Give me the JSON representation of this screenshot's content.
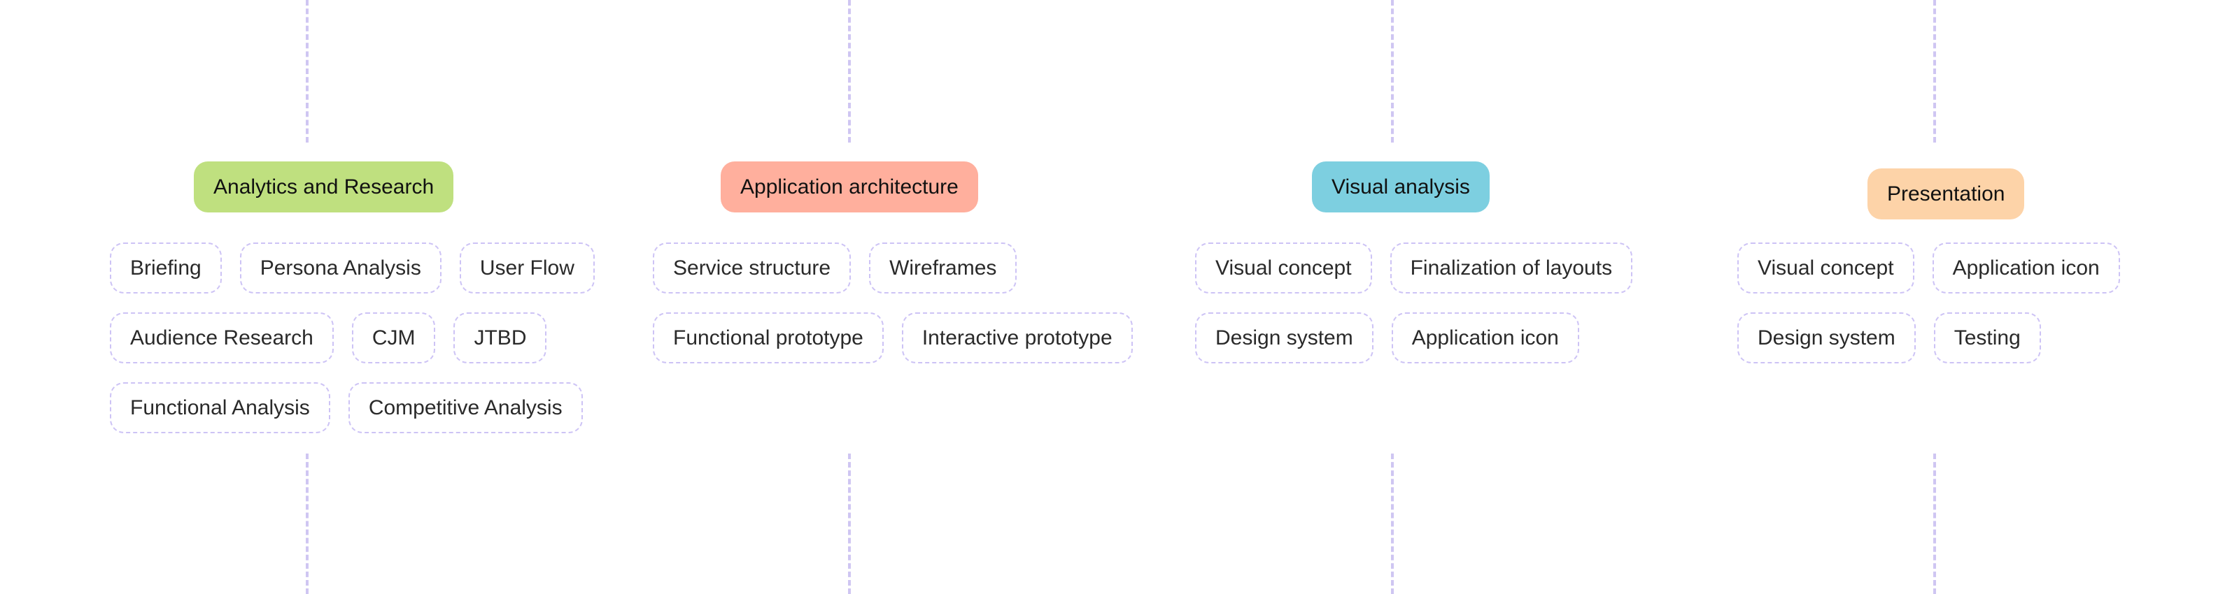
{
  "colors": {
    "dash": "#cdc3f5"
  },
  "columns": [
    {
      "title": "Analytics and Research",
      "color": "#bfe07f",
      "rows": [
        [
          "Briefing",
          "Persona Analysis",
          "User Flow"
        ],
        [
          "Audience Research",
          "CJM",
          "JTBD"
        ],
        [
          "Functional Analysis",
          "Competitive Analysis"
        ]
      ]
    },
    {
      "title": "Application architecture",
      "color": "#ffaf9d",
      "rows": [
        [
          "Service structure",
          "Wireframes"
        ],
        [
          "Functional prototype",
          "Interactive prototype"
        ]
      ]
    },
    {
      "title": "Visual analysis",
      "color": "#7dcfe0",
      "rows": [
        [
          "Visual concept",
          "Finalization of layouts"
        ],
        [
          "Design system",
          "Application icon"
        ]
      ]
    },
    {
      "title": "Presentation",
      "color": "#fdd3a8",
      "rows": [
        [
          "Visual concept",
          "Application icon"
        ],
        [
          "Design system",
          "Testing"
        ]
      ]
    }
  ]
}
